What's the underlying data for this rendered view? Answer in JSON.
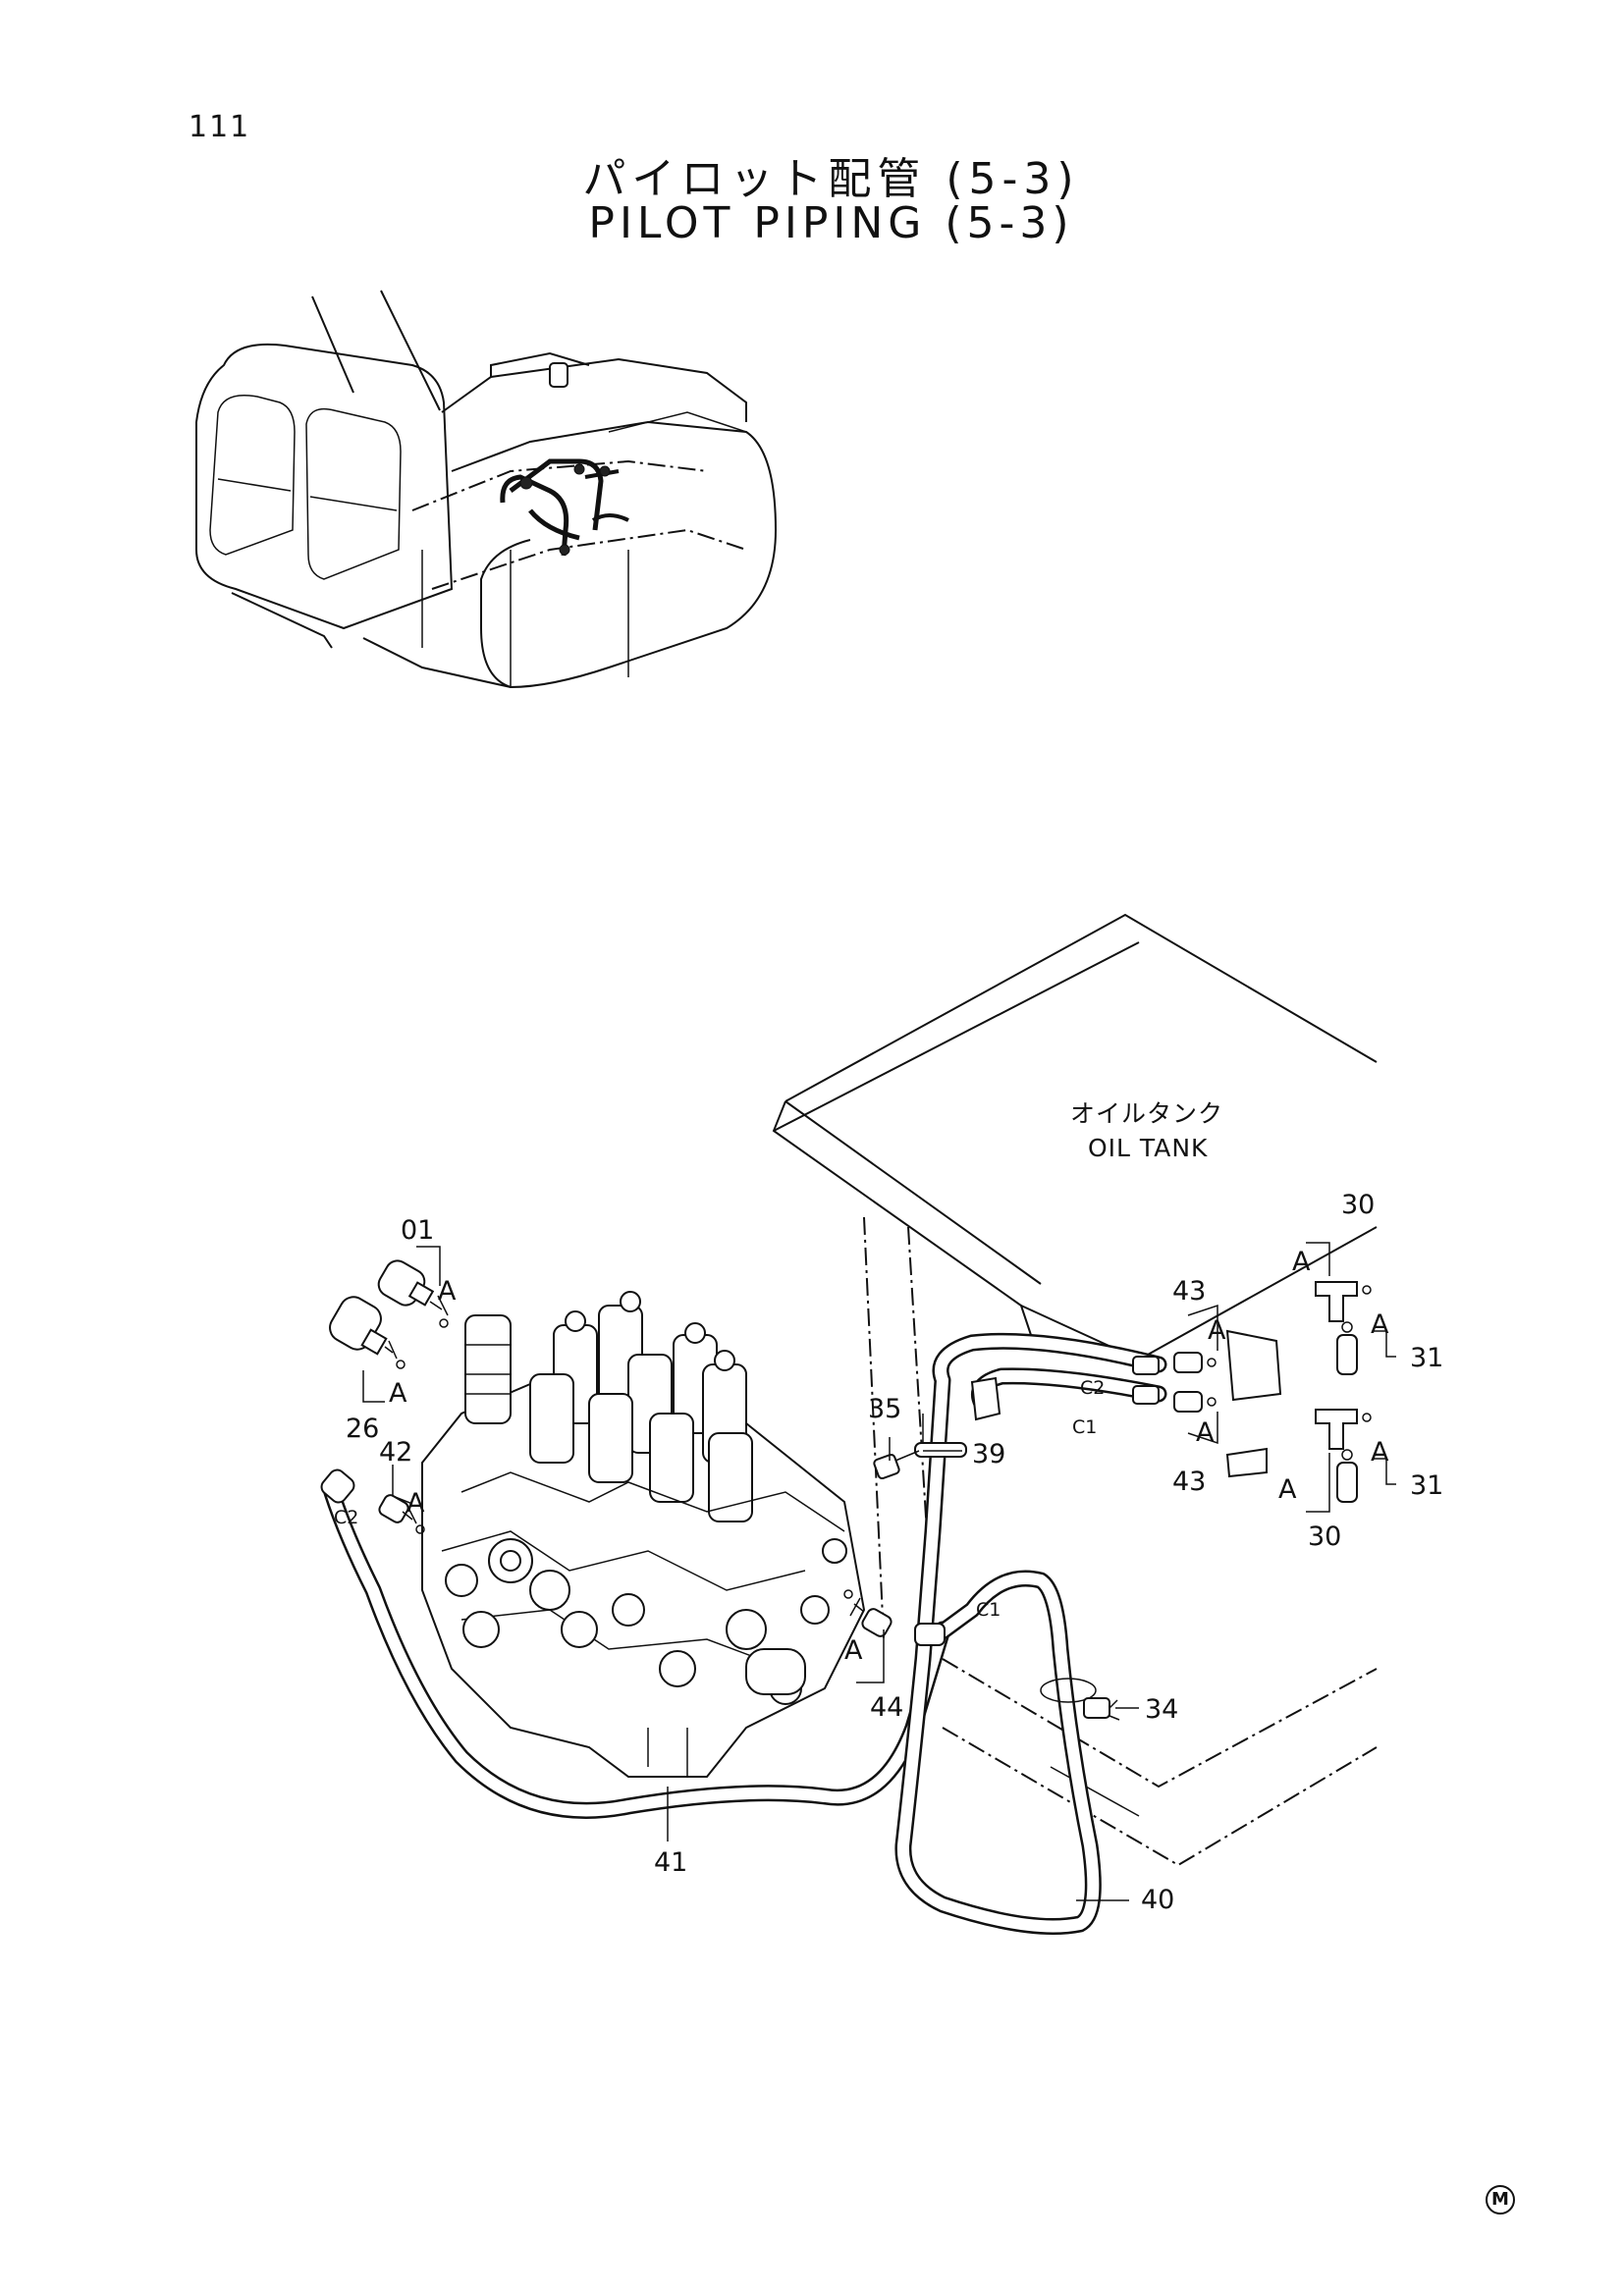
{
  "page": {
    "number": "111"
  },
  "title": {
    "jp": "パイロット配管 (5-3)",
    "en": "PILOT PIPING (5-3)"
  },
  "tank_label": {
    "jp": "オイルタンク",
    "en": "OIL TANK"
  },
  "part_callouts": {
    "p01": "01",
    "p26": "26",
    "p42": "42",
    "p35": "35",
    "p39": "39",
    "p43_top": "43",
    "p43_bottom": "43",
    "p30_top": "30",
    "p30_bottom": "30",
    "p31_top": "31",
    "p31_bottom": "31",
    "p44": "44",
    "p34": "34",
    "p41": "41",
    "p40": "40"
  },
  "detail_marks": {
    "a01": "A",
    "a26": "A",
    "a42": "A",
    "a44": "A",
    "a43_top": "A",
    "a43_bottom": "A",
    "a30_top": "A",
    "a30_bottom": "A",
    "a31_top": "A",
    "a31_bottom": "A"
  },
  "port_labels": {
    "c2_left": "C2",
    "c2_tank": "C2",
    "c1_tank": "C1",
    "c1_bottom": "C1"
  },
  "footer": {
    "mark": "M"
  }
}
